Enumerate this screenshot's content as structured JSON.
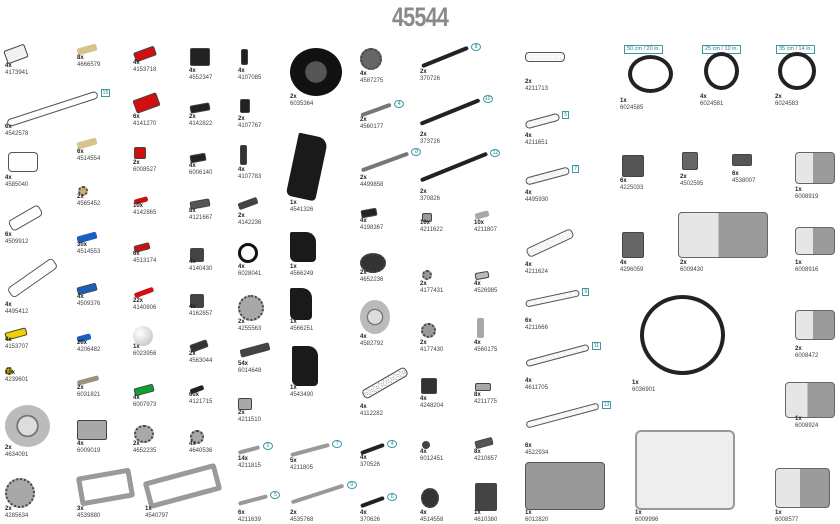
{
  "title": "45544",
  "cable_labels": [
    "50 cm / 20 in.",
    "25 cm / 10 in.",
    "35 cm / 14 in."
  ],
  "parts": [
    {
      "qty": "4x",
      "part": "4173941",
      "shape": "block",
      "color": "#f2f2f2"
    },
    {
      "qty": "6x",
      "part": "4542578",
      "shape": "beam",
      "color": "#f2f2f2",
      "length": "15"
    },
    {
      "qty": "4x",
      "part": "4585040",
      "shape": "beam",
      "color": "#f2f2f2"
    },
    {
      "qty": "6x",
      "part": "4509912",
      "shape": "beam",
      "color": "#f2f2f2"
    },
    {
      "qty": "4x",
      "part": "4495412",
      "shape": "beam",
      "color": "#f2f2f2"
    },
    {
      "qty": "4x",
      "part": "4153707",
      "shape": "block",
      "color": "#f0d000"
    },
    {
      "qty": "10x",
      "part": "4239601",
      "shape": "gear",
      "color": "#e0c000"
    },
    {
      "qty": "2x",
      "part": "4634091",
      "shape": "wheel",
      "color": "#bbbbbb"
    },
    {
      "qty": "2x",
      "part": "4285634",
      "shape": "gear",
      "color": "#a8a8a8"
    },
    {
      "qty": "8x",
      "part": "4666579",
      "shape": "axle",
      "color": "#d8c48a"
    },
    {
      "qty": "6x",
      "part": "4514554",
      "shape": "axle",
      "color": "#d8c48a"
    },
    {
      "qty": "2x",
      "part": "4565452",
      "shape": "gear",
      "color": "#c8b070"
    },
    {
      "qty": "30x",
      "part": "4514553",
      "shape": "axle",
      "color": "#1a5fc0"
    },
    {
      "qty": "4x",
      "part": "4509376",
      "shape": "block",
      "color": "#1a5fc0"
    },
    {
      "qty": "20x",
      "part": "4206482",
      "shape": "axle",
      "color": "#1a5fc0"
    },
    {
      "qty": "2x",
      "part": "6031821",
      "shape": "axle",
      "color": "#a09080"
    },
    {
      "qty": "4x",
      "part": "6009019",
      "shape": "block",
      "color": "#a8a8a8"
    },
    {
      "qty": "3x",
      "part": "4539880",
      "shape": "frame",
      "color": "#9a9a9a"
    },
    {
      "qty": "4x",
      "part": "4153718",
      "shape": "block",
      "color": "#d01010"
    },
    {
      "qty": "6x",
      "part": "4141270",
      "shape": "block",
      "color": "#d01010"
    },
    {
      "qty": "2x",
      "part": "6008527",
      "shape": "block",
      "color": "#d01010"
    },
    {
      "qty": "10x",
      "part": "4142865",
      "shape": "axle",
      "color": "#c01010"
    },
    {
      "qty": "6x",
      "part": "4513174",
      "shape": "block",
      "color": "#d01010"
    },
    {
      "qty": "22x",
      "part": "4140806",
      "shape": "axle",
      "color": "#d01010"
    },
    {
      "qty": "1x",
      "part": "6023956",
      "shape": "ball",
      "color": "#dddddd"
    },
    {
      "qty": "4x",
      "part": "6007973",
      "shape": "block",
      "color": "#10a030"
    },
    {
      "qty": "2x",
      "part": "4652235",
      "shape": "gear",
      "color": "#a8a8a8"
    },
    {
      "qty": "1x",
      "part": "4540797",
      "shape": "frame",
      "color": "#9a9a9a"
    },
    {
      "qty": "4x",
      "part": "4552347",
      "shape": "block",
      "color": "#222222"
    },
    {
      "qty": "2x",
      "part": "4142822",
      "shape": "block",
      "color": "#222222"
    },
    {
      "qty": "4x",
      "part": "6006140",
      "shape": "block",
      "color": "#222222"
    },
    {
      "qty": "8x",
      "part": "4121667",
      "shape": "block",
      "color": "#555555"
    },
    {
      "qty": "4x",
      "part": "4140430",
      "shape": "block",
      "color": "#444444"
    },
    {
      "qty": "4x",
      "part": "4162857",
      "shape": "block",
      "color": "#444444"
    },
    {
      "qty": "2x",
      "part": "4563044",
      "shape": "block",
      "color": "#333333"
    },
    {
      "qty": "60x",
      "part": "4121715",
      "shape": "axle",
      "color": "#222222"
    },
    {
      "qty": "4x",
      "part": "4640536",
      "shape": "gear",
      "color": "#a8a8a8"
    },
    {
      "qty": "4x",
      "part": "4107085",
      "shape": "block",
      "color": "#222222"
    },
    {
      "qty": "2x",
      "part": "4107767",
      "shape": "block",
      "color": "#222222"
    },
    {
      "qty": "4x",
      "part": "4107783",
      "shape": "block",
      "color": "#333333"
    },
    {
      "qty": "2x",
      "part": "4142236",
      "shape": "block",
      "color": "#444444"
    },
    {
      "qty": "4x",
      "part": "6028041",
      "shape": "ring",
      "color": "#111111"
    },
    {
      "qty": "2x",
      "part": "4255563",
      "shape": "gear",
      "color": "#a8a8a8"
    },
    {
      "qty": "54x",
      "part": "6014648",
      "shape": "block",
      "color": "#444444"
    },
    {
      "qty": "2x",
      "part": "4211510",
      "shape": "block",
      "color": "#a8a8a8"
    },
    {
      "qty": "14x",
      "part": "4211815",
      "shape": "axle",
      "color": "#999999",
      "length": "3"
    },
    {
      "qty": "6x",
      "part": "4211639",
      "shape": "axle",
      "color": "#999999",
      "length": "5"
    },
    {
      "qty": "2x",
      "part": "6035364",
      "shape": "tire",
      "color": "#111111"
    },
    {
      "qty": "1x",
      "part": "4541326",
      "shape": "panel",
      "color": "#1a1a1a"
    },
    {
      "qty": "1x",
      "part": "4566249",
      "shape": "panel",
      "color": "#1a1a1a"
    },
    {
      "qty": "1x",
      "part": "4566251",
      "shape": "panel",
      "color": "#1a1a1a"
    },
    {
      "qty": "1x",
      "part": "4543490",
      "shape": "panel",
      "color": "#1a1a1a"
    },
    {
      "qty": "5x",
      "part": "4211805",
      "shape": "axle",
      "color": "#999999",
      "length": "7"
    },
    {
      "qty": "2x",
      "part": "4535768",
      "shape": "axle",
      "color": "#999999",
      "length": "9"
    },
    {
      "qty": "4x",
      "part": "4587275",
      "shape": "gear",
      "color": "#666666"
    },
    {
      "qty": "2x",
      "part": "4560177",
      "shape": "axle",
      "color": "#777777",
      "length": "4"
    },
    {
      "qty": "2x",
      "part": "4499858",
      "shape": "axle",
      "color": "#777777",
      "length": "8"
    },
    {
      "qty": "4x",
      "part": "4198367",
      "shape": "block",
      "color": "#222222"
    },
    {
      "qty": "2x",
      "part": "4652236",
      "shape": "gear",
      "color": "#333333"
    },
    {
      "qty": "4x",
      "part": "4582792",
      "shape": "wheel",
      "color": "#222222"
    },
    {
      "qty": "4x",
      "part": "4112282",
      "shape": "beam",
      "color": "#222222"
    },
    {
      "qty": "4x",
      "part": "370526",
      "shape": "axle",
      "color": "#222222",
      "length": "4"
    },
    {
      "qty": "4x",
      "part": "370626",
      "shape": "axle",
      "color": "#222222",
      "length": "6"
    },
    {
      "qty": "2x",
      "part": "370726",
      "shape": "axle",
      "color": "#222222",
      "length": "8"
    },
    {
      "qty": "2x",
      "part": "373726",
      "shape": "axle",
      "color": "#222222",
      "length": "10"
    },
    {
      "qty": "2x",
      "part": "370826",
      "shape": "axle",
      "color": "#222222",
      "length": "12"
    },
    {
      "qty": "10x",
      "part": "4211622",
      "shape": "block",
      "color": "#999999"
    },
    {
      "qty": "2x",
      "part": "4177431",
      "shape": "gear",
      "color": "#999999"
    },
    {
      "qty": "2x",
      "part": "4177430",
      "shape": "gear",
      "color": "#999999"
    },
    {
      "qty": "4x",
      "part": "4248204",
      "shape": "block",
      "color": "#333333"
    },
    {
      "qty": "4x",
      "part": "6012451",
      "shape": "gear",
      "color": "#444444"
    },
    {
      "qty": "4x",
      "part": "4514558",
      "shape": "gear",
      "color": "#333333"
    },
    {
      "qty": "10x",
      "part": "4211807",
      "shape": "axle",
      "color": "#a8a8a8"
    },
    {
      "qty": "4x",
      "part": "4526985",
      "shape": "block",
      "color": "#bbbbbb"
    },
    {
      "qty": "4x",
      "part": "4560175",
      "shape": "axle",
      "color": "#a8a8a8"
    },
    {
      "qty": "8x",
      "part": "4211775",
      "shape": "block",
      "color": "#a8a8a8"
    },
    {
      "qty": "8x",
      "part": "4210857",
      "shape": "block",
      "color": "#555555"
    },
    {
      "qty": "1x",
      "part": "4610380",
      "shape": "block",
      "color": "#444444"
    },
    {
      "qty": "2x",
      "part": "4211713",
      "shape": "beam",
      "color": "#a8a8a8"
    },
    {
      "qty": "4x",
      "part": "4211651",
      "shape": "beam",
      "color": "#a8a8a8",
      "length": "5"
    },
    {
      "qty": "4x",
      "part": "4495930",
      "shape": "beam",
      "color": "#a8a8a8",
      "length": "7"
    },
    {
      "qty": "4x",
      "part": "4211624",
      "shape": "beam",
      "color": "#a8a8a8"
    },
    {
      "qty": "6x",
      "part": "4211666",
      "shape": "beam",
      "color": "#a8a8a8",
      "length": "9"
    },
    {
      "qty": "4x",
      "part": "4611705",
      "shape": "beam",
      "color": "#a8a8a8",
      "length": "11"
    },
    {
      "qty": "6x",
      "part": "4522934",
      "shape": "beam",
      "color": "#a8a8a8",
      "length": "13"
    },
    {
      "qty": "1x",
      "part": "6012820",
      "shape": "hub",
      "color": "#999999"
    },
    {
      "qty": "1x",
      "part": "6024585",
      "shape": "cable",
      "color": "#222222"
    },
    {
      "qty": "6x",
      "part": "4225033",
      "shape": "block",
      "color": "#555555"
    },
    {
      "qty": "4x",
      "part": "4296059",
      "shape": "block",
      "color": "#666666"
    },
    {
      "qty": "1x",
      "part": "6036901",
      "shape": "cable",
      "color": "#222222"
    },
    {
      "qty": "1x",
      "part": "6009996",
      "shape": "brick",
      "color": "#eeeeee"
    },
    {
      "qty": "2x",
      "part": "4502595",
      "shape": "block",
      "color": "#666666"
    },
    {
      "qty": "2x",
      "part": "6009430",
      "shape": "device",
      "color": "#cccccc"
    },
    {
      "qty": "4x",
      "part": "6024581",
      "shape": "cable",
      "color": "#222222"
    },
    {
      "qty": "6x",
      "part": "4538007",
      "shape": "block",
      "color": "#555555"
    },
    {
      "qty": "2x",
      "part": "6024583",
      "shape": "cable",
      "color": "#222222"
    },
    {
      "qty": "1x",
      "part": "6008919",
      "shape": "device",
      "color": "#cccccc"
    },
    {
      "qty": "1x",
      "part": "6008916",
      "shape": "device",
      "color": "#cccccc"
    },
    {
      "qty": "2x",
      "part": "6008472",
      "shape": "device",
      "color": "#cccccc"
    },
    {
      "qty": "1x",
      "part": "6008924",
      "shape": "device",
      "color": "#cccccc"
    },
    {
      "qty": "1x",
      "part": "6008577",
      "shape": "device",
      "color": "#cccccc"
    }
  ]
}
